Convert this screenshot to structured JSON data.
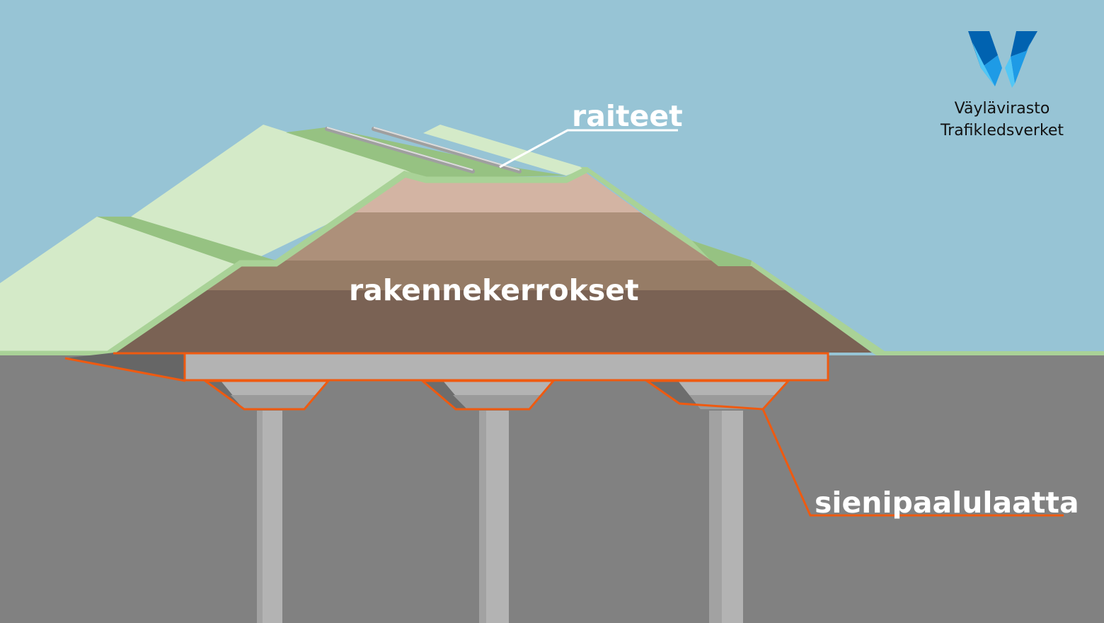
{
  "labels": {
    "tracks": "raiteet",
    "structural_layers": "rakennekerrokset",
    "mushroom_pile_slab": "sienipaalulaatta"
  },
  "logo": {
    "name_fi": "Väylävirasto",
    "name_sv": "Trafikledsverket",
    "icon": "vaylavirasto-v-logo-icon"
  },
  "colors": {
    "sky": "#97c4d5",
    "ground": "#818181",
    "grass_light": "#d4eac8",
    "grass_dark": "#96c282",
    "slab": "#b3b3b3",
    "callout": "#ef5a10",
    "logo_dark_blue": "#0062b0",
    "logo_light_blue": "#53c7f5"
  }
}
